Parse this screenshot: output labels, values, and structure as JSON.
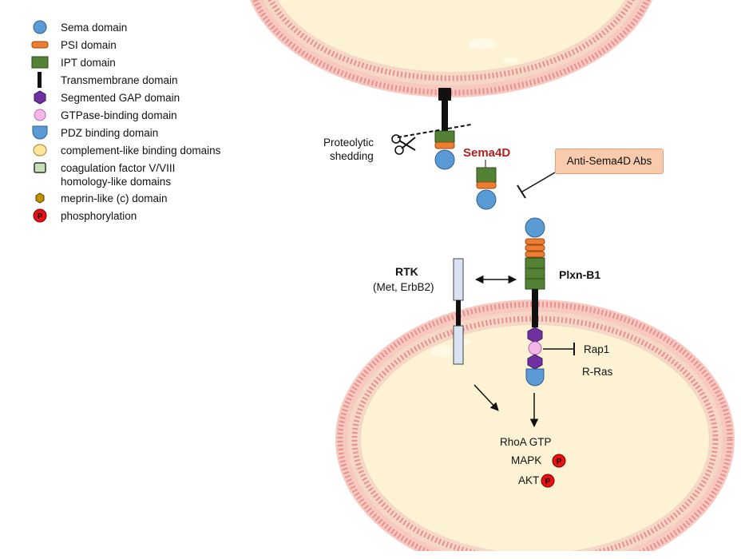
{
  "legend": {
    "items": [
      {
        "label": "Sema domain",
        "icon": "sema-domain-icon"
      },
      {
        "label": "PSI domain",
        "icon": "psi-domain-icon"
      },
      {
        "label": "IPT domain",
        "icon": "ipt-domain-icon"
      },
      {
        "label": "Transmembrane domain",
        "icon": "transmembrane-domain-icon"
      },
      {
        "label": "Segmented GAP domain",
        "icon": "gap-domain-icon"
      },
      {
        "label": "GTPase-binding domain",
        "icon": "gtpase-binding-icon"
      },
      {
        "label": "PDZ binding domain",
        "icon": "pdz-binding-icon"
      },
      {
        "label": "complement-like binding domains",
        "icon": "complement-like-icon"
      },
      {
        "label": "coagulation factor V/VIII",
        "label2": "homology-like domains",
        "icon": "coagulation-factor-icon"
      },
      {
        "label": "meprin-like (c) domain",
        "icon": "meprin-like-icon"
      },
      {
        "label": "phosphorylation",
        "icon": "phosphorylation-icon"
      }
    ],
    "phospho_symbol": "P"
  },
  "labels": {
    "proteolytic_1": "Proteolytic",
    "proteolytic_2": "shedding",
    "sema4d": "Sema4D",
    "anti_abs": "Anti-Sema4D Abs",
    "rtk": "RTK",
    "rtk_sub": "(Met, ErbB2)",
    "plxn": "Plxn-B1",
    "rap1": "Rap1",
    "rras": "R-Ras",
    "rhoa": "RhoA GTP",
    "mapk": "MAPK",
    "akt": "AKT",
    "p": "P"
  },
  "colors": {
    "sema": "#5b9bd5",
    "psi": "#ed7d31",
    "ipt": "#548235",
    "gap": "#7030a0",
    "gtpase": "#f4b6e8",
    "pdz": "#5b9bd5",
    "complement": "#ffe699",
    "coagulation": "#c5e0b4",
    "meprin": "#bf9000",
    "phospho": "#e81010",
    "membrane_head": "#f4a3a3",
    "cell_fill": "#fdf3d4",
    "rtk": "#dae3f3",
    "abs_box": "#f8cbad",
    "sema4d_label": "#b22222"
  }
}
